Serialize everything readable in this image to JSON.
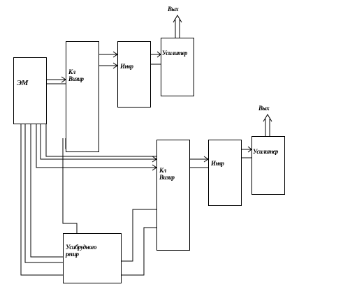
{
  "diagram": {
    "blocks": {
      "em": "ЭМ",
      "key_top": "Кл\nВизир",
      "inv_top": "Инвр",
      "amp_top": "Усилитер",
      "key_bottom": "Кл\nВизир",
      "inv_bottom": "Инвр",
      "amp_bottom": "Усилитер",
      "comparator": "Усибрудного\nрешр"
    },
    "outputs": {
      "top": "Вых",
      "bottom": "Вых"
    }
  }
}
